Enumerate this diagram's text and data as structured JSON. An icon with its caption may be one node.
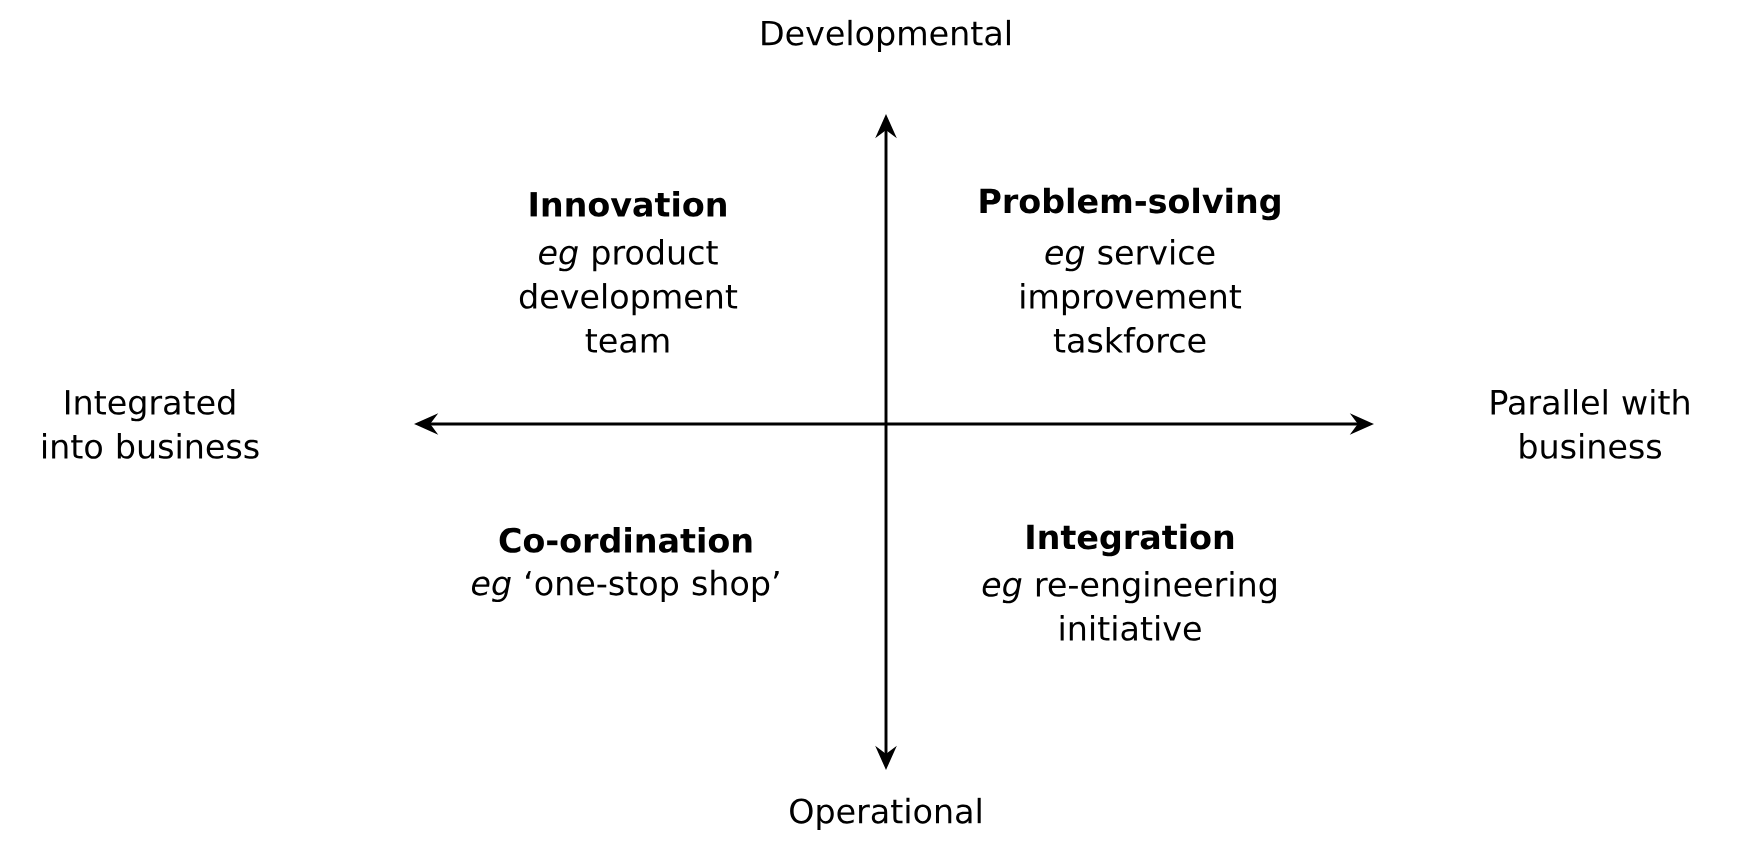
{
  "diagram": {
    "labels": [
      "Developmental",
      "Innovation",
      "*eg* product development team",
      "Problem-solving",
      "*eg* service improvement taskforce",
      "Integrated into business",
      "Parallel with business",
      "Co-ordination",
      "*eg* ‘one-stop shop’",
      "Integration",
      "*eg* re-engineering initiative",
      "Operational"
    ]
  }
}
